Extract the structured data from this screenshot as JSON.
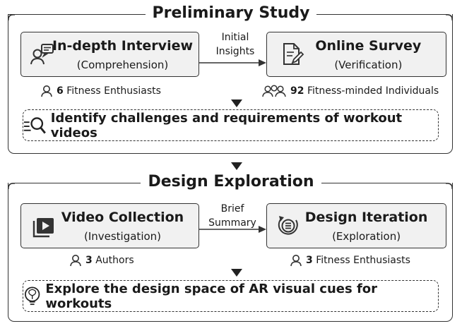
{
  "preliminary": {
    "title": "Preliminary Study",
    "interview": {
      "title": "In-depth Interview",
      "subtitle": "(Comprehension)",
      "icon": "interview-icon"
    },
    "arrow_label_1": "Initial",
    "arrow_label_2": "Insights",
    "survey": {
      "title": "Online Survey",
      "subtitle": "(Verification)",
      "icon": "survey-icon"
    },
    "interview_participants": {
      "count": "6",
      "label": "Fitness Enthusiasts"
    },
    "survey_participants": {
      "count": "92",
      "label": "Fitness-minded Individuals"
    },
    "outcome": "Identify challenges and requirements of workout videos"
  },
  "design": {
    "title": "Design Exploration",
    "collection": {
      "title": "Video Collection",
      "subtitle": "(Investigation)",
      "icon": "video-icon"
    },
    "arrow_label_1": "Brief",
    "arrow_label_2": "Summary",
    "iteration": {
      "title": "Design Iteration",
      "subtitle": "(Exploration)",
      "icon": "iteration-icon"
    },
    "collection_participants": {
      "count": "3",
      "label": "Authors"
    },
    "iteration_participants": {
      "count": "3",
      "label": "Fitness Enthusiasts"
    },
    "outcome": "Explore the design space of AR visual cues for workouts"
  }
}
